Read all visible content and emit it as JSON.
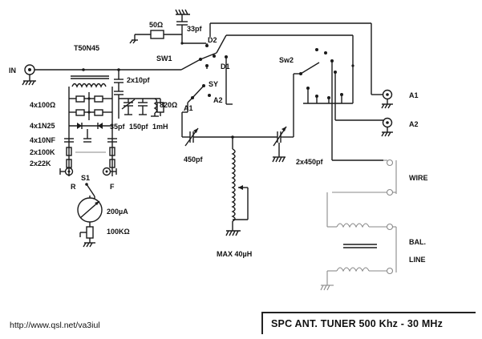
{
  "labels": {
    "toroid": "T50N45",
    "r50": "50Ω",
    "c33": "33pf",
    "d2": "D2",
    "d1": "D1",
    "sw1": "SW1",
    "sw2": "Sw2",
    "in": "IN",
    "c2x10": "2x10pf",
    "r4x100": "4x100Ω",
    "r820": "820Ω",
    "a1_small": "A1",
    "a2_small": "A2",
    "sy": "SY",
    "d4x1n25": "4x1N25",
    "c35": "35pf",
    "c150": "150pf",
    "l1mh": "1mH",
    "c4x10nf": "4x10NF",
    "r2x100k": "2x100K",
    "r2x22k": "2x22K",
    "r": "R",
    "f": "F",
    "s1": "S1",
    "c450": "450pf",
    "c2x450": "2x450pf",
    "meter": "200µA",
    "pot": "100KΩ",
    "inductor": "MAX 40µH",
    "out_a1": "A1",
    "out_a2": "A2",
    "wire": "WIRE",
    "bal": "BAL.",
    "line": "LINE"
  },
  "footer": {
    "url": "http://www.qsl.net/va3iul",
    "title": "SPC ANT. TUNER   500 Khz - 30 MHz"
  }
}
